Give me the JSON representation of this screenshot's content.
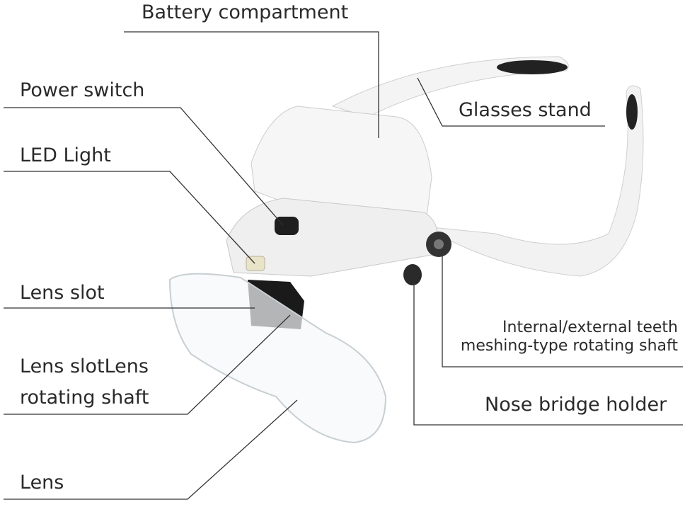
{
  "labels": {
    "battery": "Battery compartment",
    "power": "Power switch",
    "glasses_stand": "Glasses stand",
    "led": "LED Light",
    "lens_slot": "Lens slot",
    "teeth_line1": "Internal/external teeth",
    "teeth_line2": "meshing-type rotating shaft",
    "lens_slot_shaft_line1": "Lens slotLens",
    "lens_slot_shaft_line2": "rotating shaft",
    "nose_bridge": "Nose bridge holder",
    "lens": "Lens"
  }
}
